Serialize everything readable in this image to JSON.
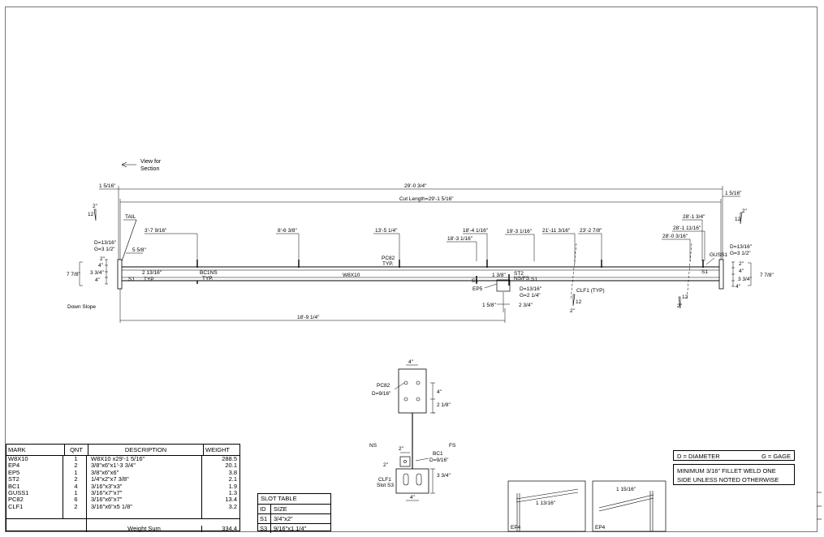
{
  "view_label": [
    "View for",
    "Section"
  ],
  "beam": {
    "overall": "29'-0 3/4\"",
    "cut_length": "Cut Length=29'-1 5/16\"",
    "member": "W8X10",
    "left_end": "1 5/16\"",
    "right_end": "1 5/16\"",
    "tail": "TAIL",
    "down_slope": "Down Slope",
    "bottom_dim": "18'-9 1/4\"",
    "slope_left": [
      "2\"",
      "12"
    ],
    "slope_right": [
      "2\"",
      "12"
    ],
    "slope_mid": [
      "12",
      "2\""
    ],
    "slope_mid2": [
      "12",
      "2\""
    ],
    "clf_typ": "CLF1 (TYP)",
    "left_end_callouts": [
      "D=13/16\"",
      "G=3 1/2\"",
      "5 5/8\"",
      "2\"",
      "4\"",
      "3 3/4\"",
      "4\"",
      "7 7/8\"",
      "2 13/16\"",
      "TYP.",
      "S1",
      "TYP."
    ],
    "right_end_callouts": [
      "D=13/16\"",
      "G=3 1/2\"",
      "GUSS1",
      "2\"",
      "4\"",
      "3 3/4\"",
      "4\"",
      "7 7/8\"",
      "S1"
    ],
    "bc1_label": [
      "BC1NS",
      "TYP."
    ],
    "pc82_label": [
      "PC82",
      "TYP."
    ],
    "mid_callouts": [
      "1 3/8\"",
      "ST2",
      "NS/FS",
      "S1",
      "S1",
      "EP5",
      "D=13/16\"",
      "G=2 1/4\"",
      "1 5/8\"",
      "2 3/4\""
    ],
    "dims": [
      "3'-7 9/16\"",
      "8'-6 3/8\"",
      "13'-5 1/4\"",
      "18'-4 1/16\"",
      "18'-3 1/16\"",
      "19'-3 1/16\"",
      "21'-11 3/16\"",
      "23'-2 7/8\"",
      "28'-1 3/4\"",
      "28'-1 11/16\"",
      "28'-0 3/16\""
    ]
  },
  "section": {
    "pc82": "PC82",
    "pc82_d": "D=9/16\"",
    "top": "4\"",
    "side1": "4\"",
    "side2": "2 1/8\"",
    "ns": "NS",
    "fs": "FS",
    "bc1": "BC1",
    "bc1_d": "D=9/16\"",
    "w2a": "2\"",
    "w2b": "2\"",
    "d334": "3 3/4\"",
    "clf1": "CLF1",
    "slot": "Slot S3",
    "bot": "4\""
  },
  "bom": {
    "headers": [
      "MARK",
      "QNT",
      "DESCRIPTION",
      "WEIGHT"
    ],
    "rows": [
      [
        "W8X10",
        "1",
        "W8X10 x29'-1 5/16\"",
        "288.5"
      ],
      [
        "EP4",
        "2",
        "3/8\"x6\"x1'-3 3/4\"",
        "20.1"
      ],
      [
        "EP5",
        "1",
        "3/8\"x6\"x6\"",
        "3.8"
      ],
      [
        "ST2",
        "2",
        "1/4\"x2\"x7 3/8\"",
        "2.1"
      ],
      [
        "BC1",
        "4",
        "3/16\"x3\"x3\"",
        "1.9"
      ],
      [
        "GUSS1",
        "1",
        "3/16\"x7\"x7\"",
        "1.3"
      ],
      [
        "PC82",
        "6",
        "3/16\"x6\"x7\"",
        "13.4"
      ],
      [
        "CLF1",
        "2",
        "3/16\"x6\"x5 1/8\"",
        "3.2"
      ]
    ],
    "sum_label": "Weight Sum",
    "sum_value": "334.4"
  },
  "slot_table": {
    "title": "SLOT TABLE",
    "headers": [
      "ID",
      "SIZE"
    ],
    "rows": [
      [
        "S1",
        "3/4\"x2\""
      ],
      [
        "S3",
        "9/16\"x1 1/4\""
      ]
    ]
  },
  "legend": {
    "diameter": "D = DIAMETER",
    "gage": "G = GAGE",
    "note1": "MINIMUM 3/16\" FILLET WELD ONE",
    "note2": "SIDE UNLESS NOTED OTHERWISE"
  },
  "details": {
    "ep4_left_label": "EP4",
    "ep4_left_dim": "1 13/16\"",
    "ep4_right_label": "EP4",
    "ep4_right_dim": "1 15/16\""
  }
}
